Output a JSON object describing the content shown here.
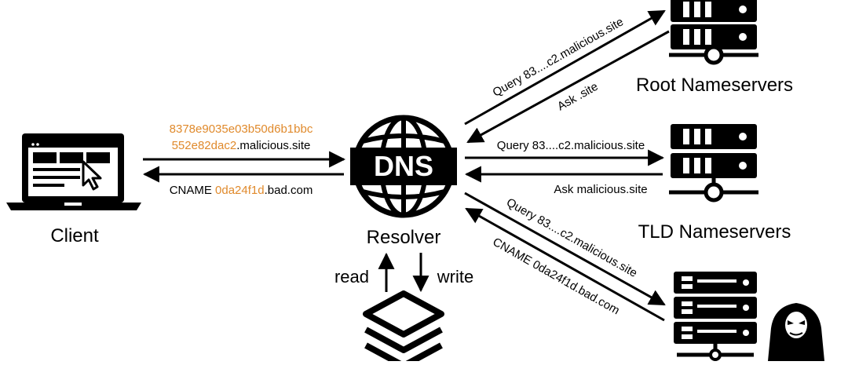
{
  "colors": {
    "ink": "#000000",
    "accent": "#e08a2c",
    "background": "#ffffff"
  },
  "nodes": {
    "client": {
      "label": "Client",
      "icon": "laptop-cursor-icon"
    },
    "resolver": {
      "label": "Resolver",
      "badge": "DNS",
      "icon": "dns-globe-icon"
    },
    "root": {
      "label": "Root Nameservers",
      "icon": "server-icon"
    },
    "tld": {
      "label": "TLD Nameservers",
      "icon": "server-icon"
    },
    "attacker": {
      "icon": "malicious-server-icon",
      "hacker_icon": "hacker-icon"
    },
    "cache": {
      "icon": "cache-layers-icon"
    }
  },
  "edges": {
    "client_query": {
      "line1": "8378e9035e03b50d6b1bbc",
      "line2_highlight": "552e82dac2",
      "line2_rest": ".malicious.site"
    },
    "client_reply": {
      "prefix": "CNAME",
      "highlight": "0da24f1d",
      "rest": ".bad.com"
    },
    "root_query": "Query 83....c2.malicious.site",
    "root_reply": "Ask .site",
    "tld_query": "Query 83....c2.malicious.site",
    "tld_reply": "Ask malicious.site",
    "attacker_query": "Query 83....c2.malicious.site",
    "attacker_reply": "CNAME  0da24f1d.bad.com",
    "cache_read": "read",
    "cache_write": "write"
  }
}
